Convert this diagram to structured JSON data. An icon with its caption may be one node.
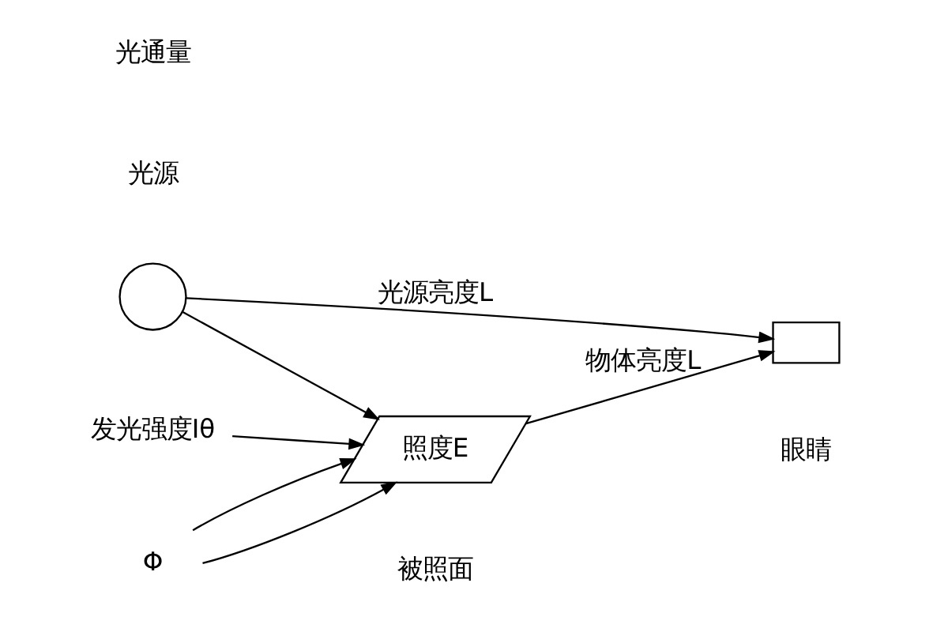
{
  "diagram": {
    "nodes": [
      {
        "text": [],
        "shape": "circle",
        "beside": [
          "光源"
        ]
      },
      {
        "text": [],
        "shape": "box",
        "beside": [
          "眼睛"
        ]
      },
      {
        "text": [
          "照度E"
        ],
        "beside": [
          "被照面"
        ]
      },
      {
        "text": [
          "发光强度Iθ"
        ]
      },
      {
        "text": [
          "Φ"
        ]
      }
    ],
    "edges": [
      {
        "from": 0,
        "to": 1,
        "arrow": "to",
        "label": "光源亮度L"
      },
      {
        "from": 0,
        "to": 2,
        "arrow": "to"
      },
      {
        "from": 2,
        "to": 1,
        "arrow": "to",
        "label": "物体亮度L"
      },
      {
        "from": 3,
        "to": 2,
        "arrow": "to"
      },
      {
        "from": 4,
        "to": 2,
        "arrow": "to"
      },
      {
        "from": 4,
        "to": 2,
        "arrow": "to"
      }
    ],
    "labels": [
      "光通量"
    ]
  }
}
